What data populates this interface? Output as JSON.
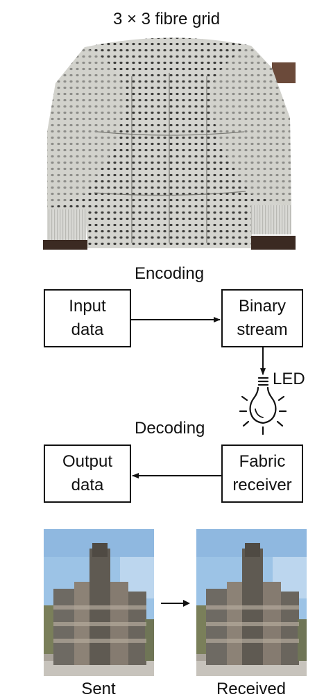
{
  "title": "3 × 3 fibre grid",
  "diagram": {
    "input_box": [
      "Input",
      "data"
    ],
    "binary_box": [
      "Binary",
      "stream"
    ],
    "output_box": [
      "Output",
      "data"
    ],
    "fabric_box": [
      "Fabric",
      "receiver"
    ],
    "encoding_label": "Encoding",
    "decoding_label": "Decoding",
    "led_label": "LED"
  },
  "images": {
    "sent_caption": "Sent",
    "received_caption": "Received"
  },
  "colors": {
    "sweater": "#c9c9c4",
    "sky": "#9cc3e6",
    "building": "#6e6a63",
    "line": "#111111"
  }
}
